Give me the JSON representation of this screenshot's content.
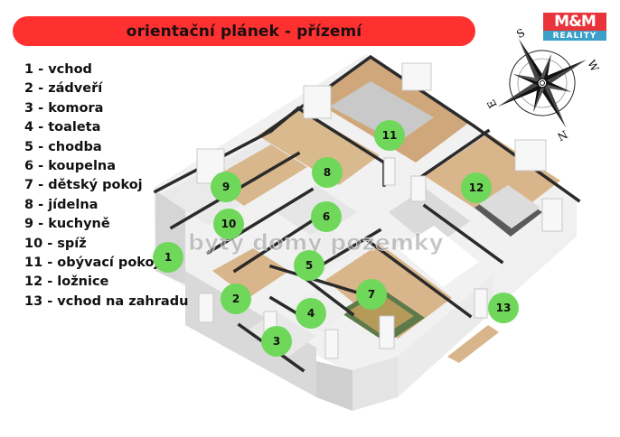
{
  "header": {
    "title": "orientační plánek - přízemí",
    "title_bg_color": "#ff3030"
  },
  "logo": {
    "top": "M&M",
    "bottom": "REALITY"
  },
  "compass": {
    "north": "N",
    "south": "S",
    "east": "E",
    "west": "W"
  },
  "legend": {
    "items": [
      {
        "num": 1,
        "label": "1 - vchod"
      },
      {
        "num": 2,
        "label": "2 - zádveří"
      },
      {
        "num": 3,
        "label": "3 - komora"
      },
      {
        "num": 4,
        "label": "4 - toaleta"
      },
      {
        "num": 5,
        "label": "5 - chodba"
      },
      {
        "num": 6,
        "label": "6 - koupelna"
      },
      {
        "num": 7,
        "label": "7 - dětský pokoj"
      },
      {
        "num": 8,
        "label": "8 - jídelna"
      },
      {
        "num": 9,
        "label": "9 - kuchyně"
      },
      {
        "num": 10,
        "label": "10 - spíž"
      },
      {
        "num": 11,
        "label": "11 - obývací pokoj"
      },
      {
        "num": 12,
        "label": "12 - ložnice"
      },
      {
        "num": 13,
        "label": "13 - vchod na zahradu"
      }
    ]
  },
  "markers": [
    {
      "label": "1"
    },
    {
      "label": "2"
    },
    {
      "label": "3"
    },
    {
      "label": "4"
    },
    {
      "label": "5"
    },
    {
      "label": "6"
    },
    {
      "label": "7"
    },
    {
      "label": "8"
    },
    {
      "label": "9"
    },
    {
      "label": "10"
    },
    {
      "label": "11"
    },
    {
      "label": "12"
    },
    {
      "label": "13"
    }
  ],
  "marker_color": "#6fd85a",
  "watermark": "byty domy pozemky"
}
